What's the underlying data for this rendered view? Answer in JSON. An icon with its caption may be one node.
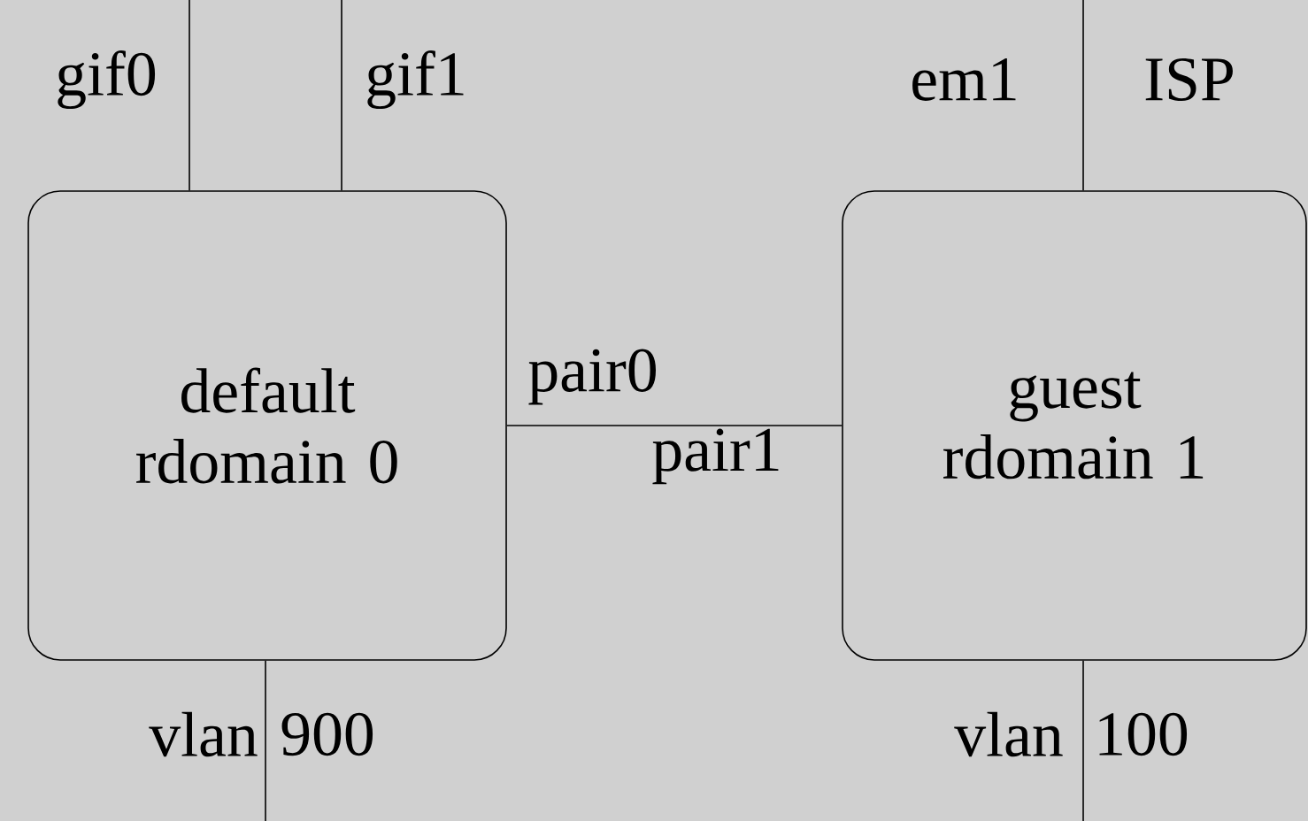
{
  "diagram": {
    "nodes": [
      {
        "text": [
          "default rdomain 0"
        ]
      },
      {
        "text": [
          "guest rdomain 1"
        ]
      }
    ],
    "edges": [
      {
        "from": 0,
        "to": 1,
        "arrow": "none"
      },
      {
        "from": null,
        "to": 0,
        "arrow": "none"
      },
      {
        "from": null,
        "to": 0,
        "arrow": "none"
      },
      {
        "from": null,
        "to": 1,
        "arrow": "none"
      },
      {
        "from": 0,
        "to": null,
        "arrow": "none"
      },
      {
        "from": 1,
        "to": null,
        "arrow": "none"
      }
    ],
    "labels": [
      "gif0",
      "gif1",
      "em1",
      "ISP",
      "pair0",
      "pair1",
      "vlan",
      "900",
      "vlan",
      "100"
    ]
  }
}
